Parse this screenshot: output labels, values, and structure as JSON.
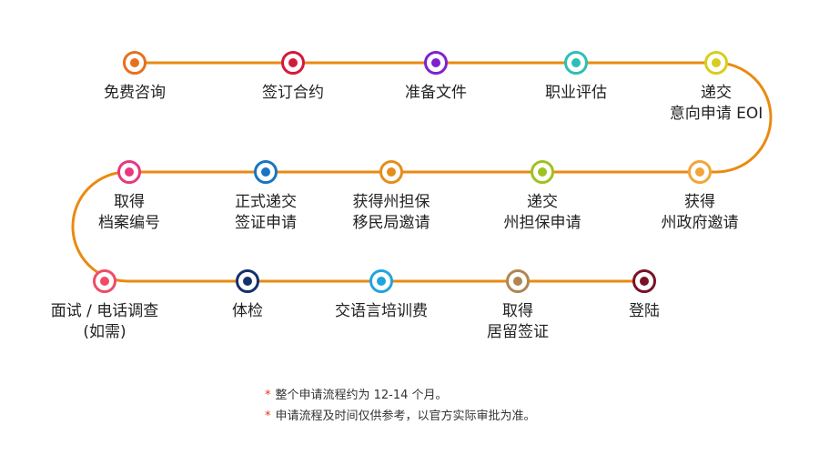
{
  "colors": {
    "track": "#ea8a12",
    "accent": "#e8331c"
  },
  "steps": [
    {
      "label": "免费咨询",
      "color": "#e8701c"
    },
    {
      "label": "签订合约",
      "color": "#d4193b"
    },
    {
      "label": "准备文件",
      "color": "#7e22cf"
    },
    {
      "label": "职业评估",
      "color": "#2cbfb7"
    },
    {
      "label": "递交\n意向申请 EOI",
      "color": "#d8cd1a"
    },
    {
      "label": "获得\n州政府邀请",
      "color": "#f2a53a"
    },
    {
      "label": "递交\n州担保申请",
      "color": "#9fc21e"
    },
    {
      "label": "获得州担保\n移民局邀请",
      "color": "#e58d1b"
    },
    {
      "label": "正式递交\n签证申请",
      "color": "#1a74c1"
    },
    {
      "label": "取得\n档案编号",
      "color": "#e8387f"
    },
    {
      "label": "面试 / 电话调查\n(如需)",
      "color": "#ef4c66"
    },
    {
      "label": "体检",
      "color": "#16306d"
    },
    {
      "label": "交语言培训费",
      "color": "#21a4de"
    },
    {
      "label": "取得\n居留签证",
      "color": "#b08650"
    },
    {
      "label": "登陆",
      "color": "#7a1127"
    }
  ],
  "notes": [
    {
      "star": "*",
      "text": "整个申请流程约为 12-14 个月。"
    },
    {
      "star": "*",
      "text": "申请流程及时间仅供参考，以官方实际审批为准。"
    }
  ]
}
